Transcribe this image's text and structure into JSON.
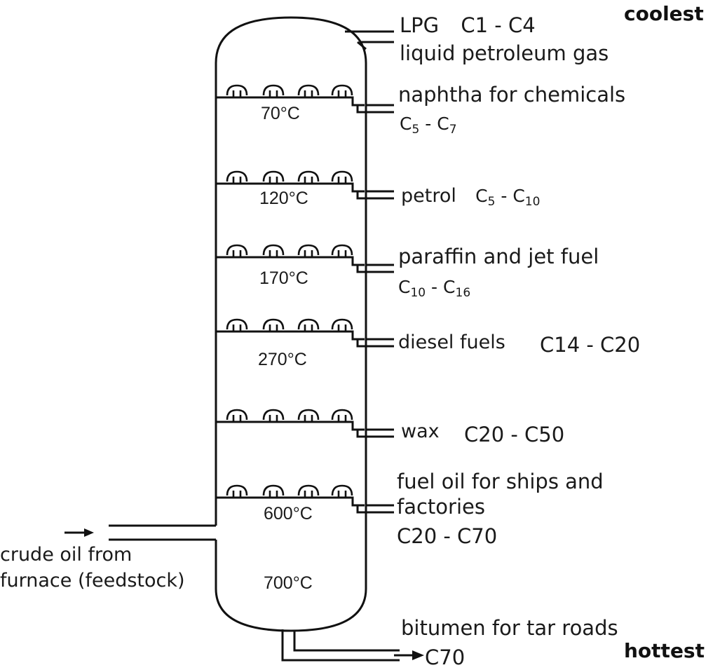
{
  "edges": {
    "top": "coolest",
    "bottom": "hottest"
  },
  "feed": {
    "arrow": "→",
    "line1": "crude oil from",
    "line2": "furnace (feedstock)"
  },
  "temperatures": [
    "70°C",
    "120°C",
    "170°C",
    "270°C",
    "600°C",
    "700°C"
  ],
  "fractions": {
    "lpg": {
      "name": "LPG",
      "formula_a": "C1",
      "formula_sep": " - ",
      "formula_b": "C4",
      "line2": "liquid petroleum gas"
    },
    "naphtha": {
      "name": "naphtha for chemicals",
      "c_a": "C",
      "c_a_sub": "5",
      "sep": " - ",
      "c_b": "C",
      "c_b_sub": "7"
    },
    "petrol": {
      "name": "petrol",
      "c_a": "C",
      "c_a_sub": "5",
      "sep": " - ",
      "c_b": "C",
      "c_b_sub": "10"
    },
    "paraffin": {
      "name": "paraffin and jet fuel",
      "c_a": "C",
      "c_a_sub": "10",
      "sep": " - ",
      "c_b": "C",
      "c_b_sub": "16"
    },
    "diesel": {
      "name": "diesel fuels",
      "formula": "C14 - C20"
    },
    "wax": {
      "name": "wax",
      "formula": "C20 - C50"
    },
    "fuel_oil": {
      "line1": "fuel oil for ships and",
      "line2": "factories",
      "formula": "C20 - C70"
    },
    "bitumen": {
      "name": "bitumen for tar roads",
      "formula": "C70"
    }
  }
}
